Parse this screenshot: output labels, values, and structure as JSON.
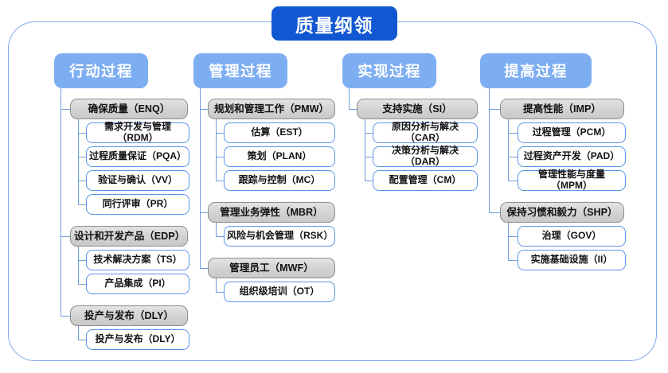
{
  "diagram": {
    "title": "质量纲领",
    "colors": {
      "title_bg": "#1257d2",
      "header_bg": "#7eaef2",
      "frame_border": "#7fa9e8",
      "connector": "#6f9fe0",
      "group_border": "#8d8d8d",
      "leaf_border": "#5b93e6"
    },
    "columns": [
      {
        "header": "行动过程",
        "groups": [
          {
            "label": "确保质量（ENQ）",
            "children": [
              "需求开发与管理（RDM）",
              "过程质量保证（PQA）",
              "验证与确认（VV）",
              "同行评审（PR）"
            ]
          },
          {
            "label": "设计和开发产品（EDP）",
            "children": [
              "技术解决方案（TS）",
              "产品集成（PI）"
            ]
          },
          {
            "label": "投产与发布（DLY）",
            "children": [
              "投产与发布（DLY）"
            ]
          }
        ]
      },
      {
        "header": "管理过程",
        "groups": [
          {
            "label": "规划和管理工作（PMW）",
            "children": [
              "估算（EST）",
              "策划（PLAN）",
              "跟踪与控制（MC）"
            ]
          },
          {
            "label": "管理业务弹性（MBR）",
            "children": [
              "风险与机会管理（RSK）"
            ]
          },
          {
            "label": "管理员工（MWF）",
            "children": [
              "组织级培训（OT）"
            ]
          }
        ]
      },
      {
        "header": "实现过程",
        "groups": [
          {
            "label": "支持实施（SI）",
            "children": [
              "原因分析与解决（CAR）",
              "决策分析与解决（DAR）",
              "配置管理（CM）"
            ]
          }
        ]
      },
      {
        "header": "提高过程",
        "groups": [
          {
            "label": "提高性能（IMP）",
            "children": [
              "过程管理（PCM）",
              "过程资产开发（PAD）",
              "管理性能与度量（MPM）"
            ]
          },
          {
            "label": "保持习惯和毅力（SHP）",
            "children": [
              "治理（GOV）",
              "实施基础设施（II）"
            ]
          }
        ]
      }
    ]
  }
}
